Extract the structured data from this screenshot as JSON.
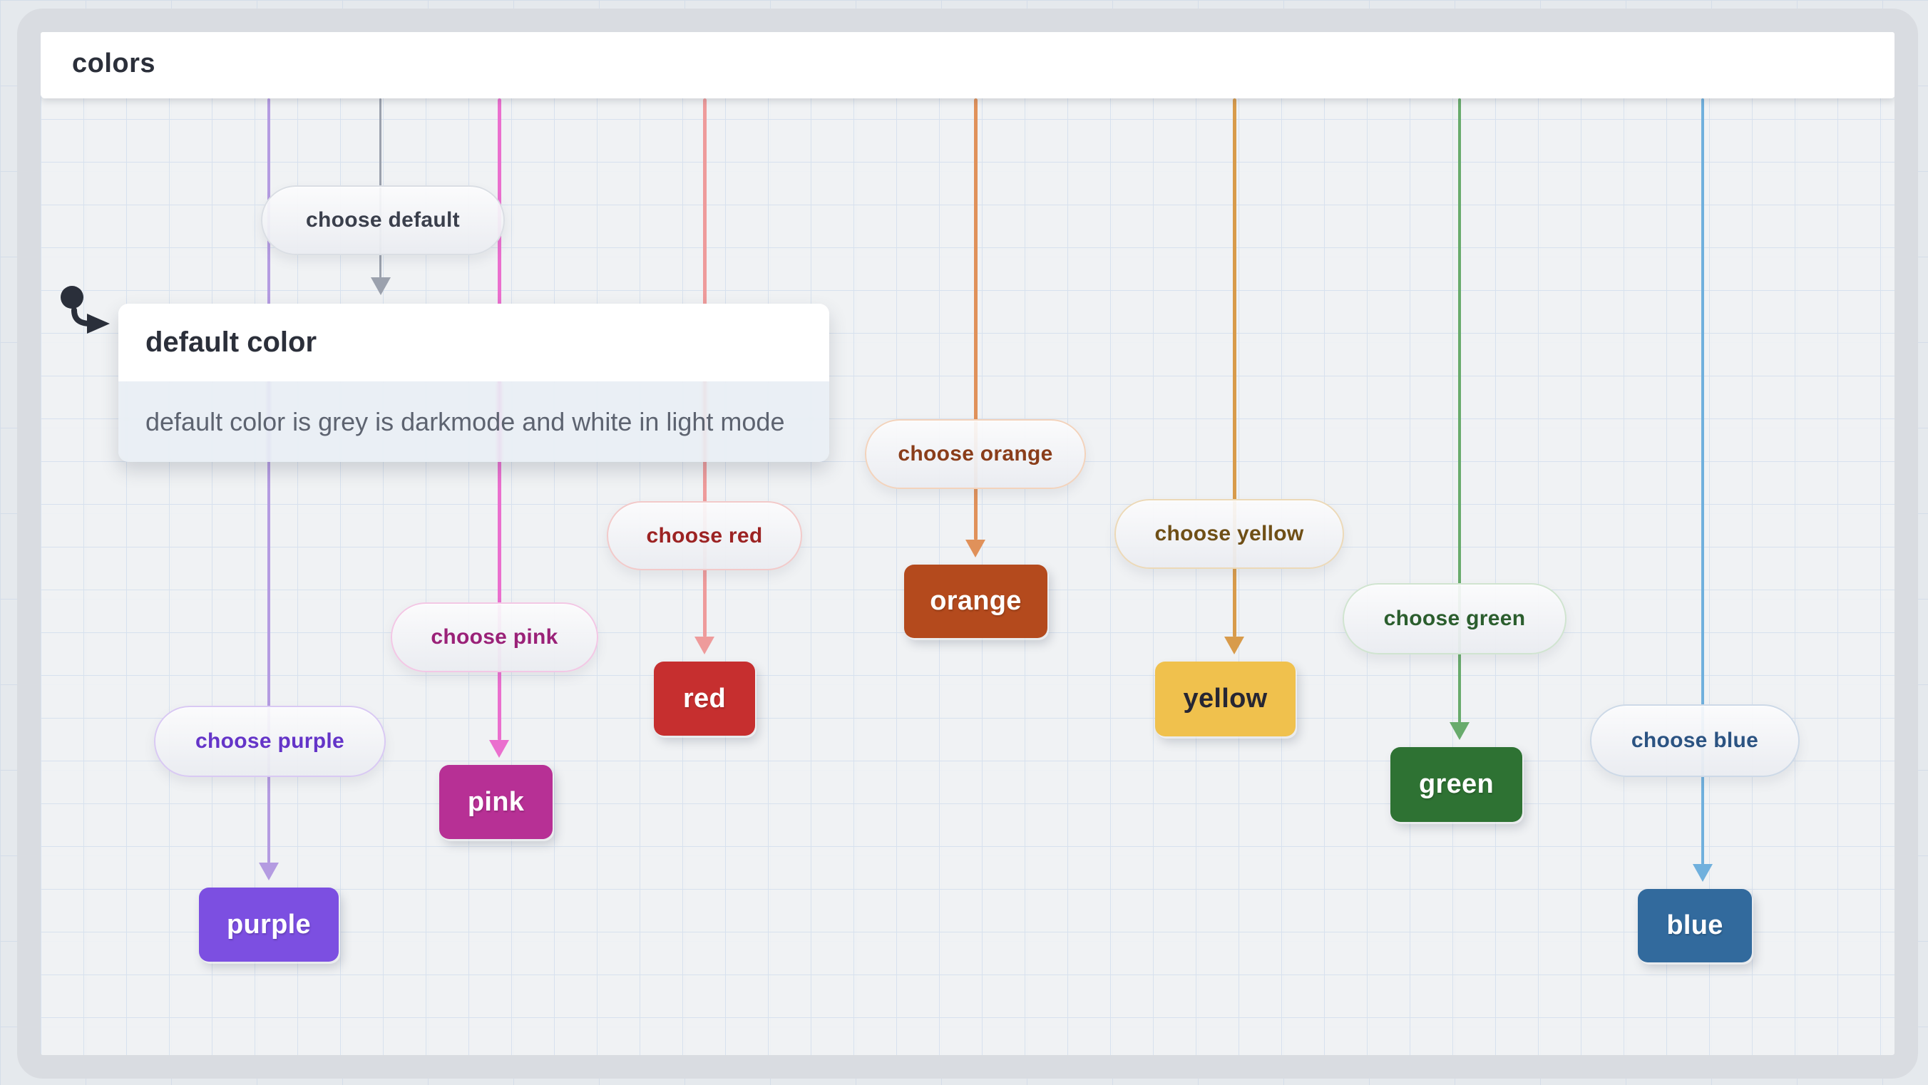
{
  "diagram": {
    "title": "colors",
    "card": {
      "title": "default color",
      "body": "default color is grey is darkmode and white in light mode"
    },
    "colors": {
      "canvas_bg": "#eef0f2",
      "grid_line": "#d7e1ee",
      "frame": "#d9dce1",
      "header_bg": "#ffffff",
      "header_text": "#2b2f3a",
      "card_title_text": "#2b2f3a",
      "card_body_text": "#5d6370",
      "card_body_bg": "rgba(233,238,245,0.85)",
      "icon": "#2a2f3a"
    },
    "lanes": [
      {
        "id": "purple",
        "pill_label": "choose purple",
        "box_label": "purple",
        "line_color": "#b49be1",
        "pill_text": "#6434c8",
        "pill_border": "#d9c9f3",
        "box_bg": "#7c4fe1",
        "box_text": "#ffffff"
      },
      {
        "id": "default",
        "pill_label": "choose default",
        "line_color": "#9ba1ad",
        "pill_text": "#3a3f4c",
        "pill_border": "#dadee4"
      },
      {
        "id": "pink",
        "pill_label": "choose pink",
        "box_label": "pink",
        "line_color": "#ea6fce",
        "pill_text": "#9a2178",
        "pill_border": "#f3c7e5",
        "box_bg": "#b73095",
        "box_text": "#ffffff"
      },
      {
        "id": "red",
        "pill_label": "choose red",
        "box_label": "red",
        "line_color": "#ee9b9b",
        "pill_text": "#9c2323",
        "pill_border": "#f2caca",
        "box_bg": "#c62f2f",
        "box_text": "#ffffff"
      },
      {
        "id": "orange",
        "pill_label": "choose orange",
        "box_label": "orange",
        "line_color": "#e0915a",
        "pill_text": "#8a3d1a",
        "pill_border": "#f3d3bc",
        "box_bg": "#b44a1d",
        "box_text": "#ffffff"
      },
      {
        "id": "yellow",
        "pill_label": "choose yellow",
        "box_label": "yellow",
        "line_color": "#d89b4b",
        "pill_text": "#6f4f16",
        "pill_border": "#ecd9b8",
        "box_bg": "#f0c14d",
        "box_text": "#262633"
      },
      {
        "id": "green",
        "pill_label": "choose green",
        "box_label": "green",
        "line_color": "#68ab6c",
        "pill_text": "#2b5e2e",
        "pill_border": "#d0e4d0",
        "box_bg": "#2e7233",
        "box_text": "#ffffff"
      },
      {
        "id": "blue",
        "pill_label": "choose blue",
        "box_label": "blue",
        "line_color": "#70b0dd",
        "pill_text": "#2b5382",
        "pill_border": "#cdd9e7",
        "box_bg": "#326a9d",
        "box_text": "#ffffff"
      }
    ]
  }
}
